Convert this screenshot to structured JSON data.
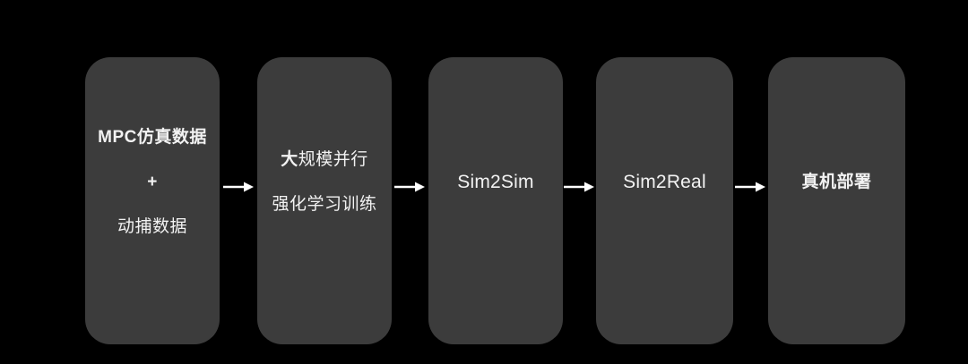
{
  "colors": {
    "background": "#000000",
    "node_fill": "#3c3c3c",
    "text": "#f2f2f2",
    "arrow": "#ffffff"
  },
  "flow": {
    "nodes": [
      {
        "id": "mpc-sim-data",
        "line1": "MPC仿真数据",
        "line2": "+",
        "line3": "动捕数据"
      },
      {
        "id": "rl-training",
        "line1_bold": "大",
        "line1_rest": "规模并行",
        "line2": "强化学习训练"
      },
      {
        "id": "sim2sim",
        "label": "Sim2Sim"
      },
      {
        "id": "sim2real",
        "label": "Sim2Real"
      },
      {
        "id": "real-deploy",
        "label": "真机部署"
      }
    ],
    "arrow_icon": "arrow-right"
  }
}
